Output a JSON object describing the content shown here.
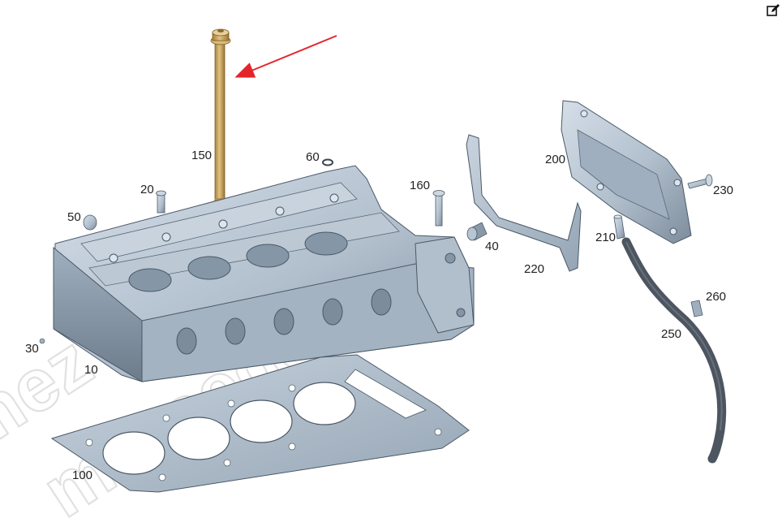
{
  "watermark": "mercedes.ru",
  "watermark_left": "mez",
  "labels": {
    "p10": "10",
    "p20": "20",
    "p30": "30",
    "p40": "40",
    "p50": "50",
    "p60": "60",
    "p100": "100",
    "p150": "150",
    "p160": "160",
    "p200": "200",
    "p210": "210",
    "p220": "220",
    "p230": "230",
    "p250": "250",
    "p260": "260"
  },
  "colors": {
    "part_metal": "#b8c6d4",
    "part_dark": "#6f7f8f",
    "part_outline": "#4a5866",
    "bolt_gold": "#c9a45a",
    "hose": "#4c5560",
    "arrow": "#e3262b"
  },
  "icons": {
    "edit": "edit-icon"
  }
}
